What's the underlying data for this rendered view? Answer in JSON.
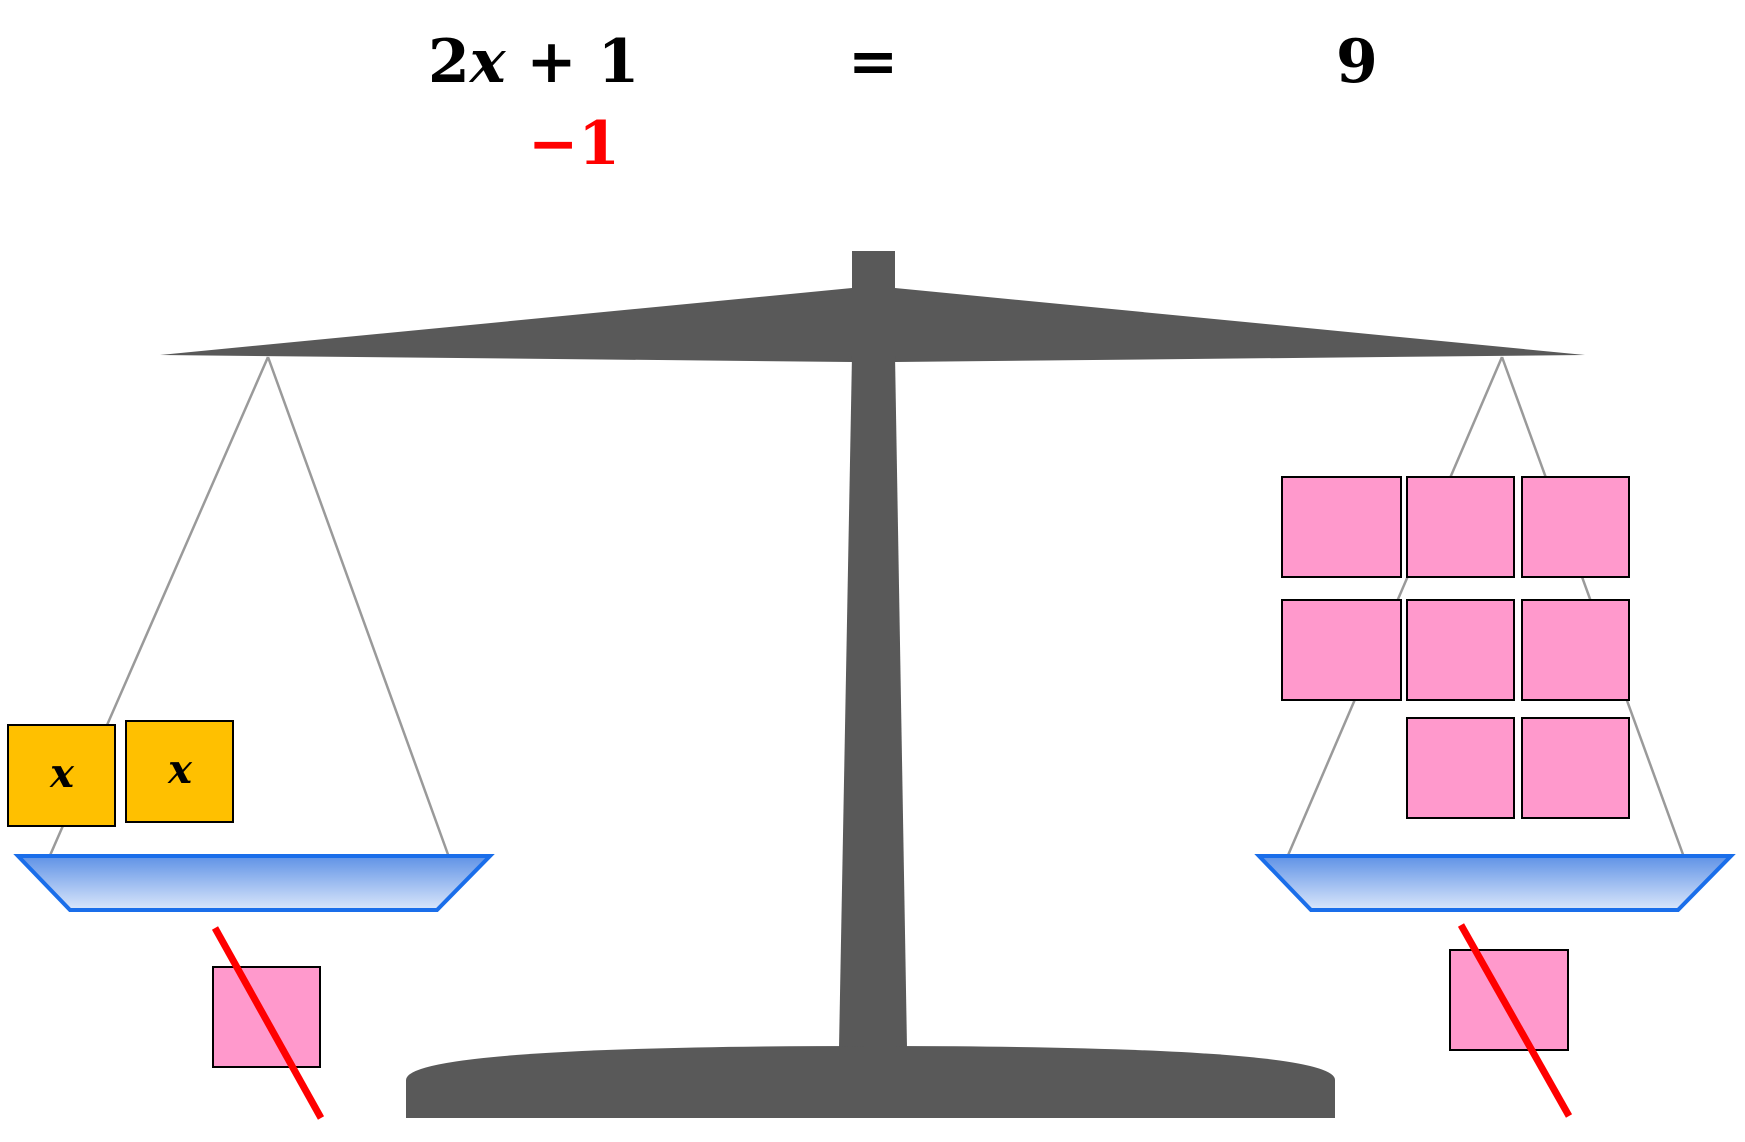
{
  "equation": {
    "lhs_coef": "2",
    "lhs_var": "x",
    "lhs_rest": " + 1",
    "equals": "=",
    "rhs": "9",
    "operation": "−1"
  },
  "tiles": {
    "x_label": "x",
    "x_count": 2,
    "unit_count_right": 8,
    "removed_left": 1,
    "removed_right": 1
  },
  "colors": {
    "x_tile": "#ffc000",
    "unit_tile": "#ff99cc",
    "beam": "#595959",
    "pan_border": "#1a6eea",
    "pan_fill_top": "#5f92e6",
    "pan_fill_bottom": "#dbe7fb",
    "strike": "#ff0000",
    "operation_text": "#ff0000"
  }
}
